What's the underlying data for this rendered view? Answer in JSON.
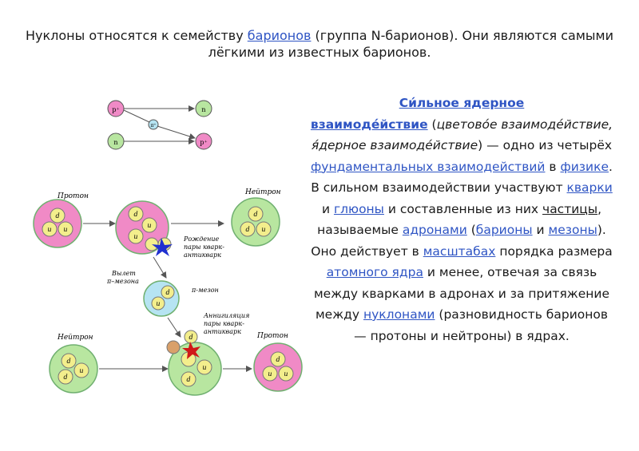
{
  "intro": {
    "part1": "Нуклоны относятся к семейству ",
    "link_baryons": "барионов",
    "part2": " (группа N-барионов). Они являются самыми лёгкими из известных барионов."
  },
  "diagram": {
    "top_labels": {
      "p_left": "p⁺",
      "n_left": "n",
      "pi_mid": "π⁺",
      "n_right": "n",
      "p_right": "p⁺"
    },
    "proton_label": "Протон",
    "neutron_right_label": "Нейтрон",
    "pair_birth_label": "Рождение пары кварк-антикварк",
    "pion_emission_label": "Вылет π-мезона",
    "pi_meson_label": "π-мезон",
    "annihilation_label": "Аннигиляция пары кварк-антикварк",
    "neutron_left_label": "Нейтрон",
    "proton_right_label": "Протон",
    "quark_u": "u",
    "quark_d": "d",
    "anti_d": "d̄"
  },
  "article": {
    "term1": "Си́льное ядерное",
    "term2": "взаимоде́йствие",
    "t1": " (",
    "italic": "цветово́е взаимоде́йствие, я́дерное взаимоде́йствие",
    "t2": ") — одно из четырёх ",
    "link_fundamental": "фундаментальных взаимодействий",
    "t3": " в ",
    "link_physics": "физике",
    "t4": ". В сильном взаимодействии участвуют ",
    "link_quarks": "кварки",
    "t5": " и ",
    "link_gluons": "глюоны",
    "t6": " и составленные из них ",
    "particles": "частицы",
    "t7": ", называемые ",
    "link_hadrons": "адронами",
    "t8": " (",
    "link_baryons2": "барионы",
    "t9": " и ",
    "link_mesons": "мезоны",
    "t10": "). Оно действует в ",
    "link_scales": "масштабах",
    "t11": " порядка размера ",
    "link_nucleus": "атомного ядра",
    "t12": " и менее, отвечая за связь между кварками в адронах и за притяжение между ",
    "link_nucleons": "нуклонами",
    "t13": " (разновидность барионов — протоны и нейтроны) в ядрах."
  },
  "colors": {
    "link": "#2f55c4",
    "proton_fill": "#f08ac6",
    "neutron_fill": "#b8e6a0",
    "pion_fill": "#b6e4f2",
    "quark_fill": "#f3ee8c",
    "anti_quark_fill": "#d9a06a",
    "star_blue": "#2030d0",
    "star_red": "#d01818"
  }
}
